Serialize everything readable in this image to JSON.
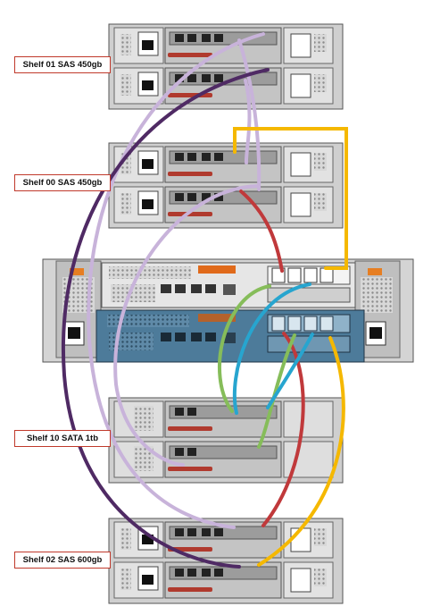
{
  "labels": {
    "shelf01": "Shelf 01 SAS 450gb",
    "shelf00": "Shelf 00 SAS 450gb",
    "shelf10": "Shelf 10 SATA 1tb",
    "shelf02": "Shelf 02 SAS 600gb"
  },
  "colors": {
    "cable_lavender": "#c8b3da",
    "cable_purple": "#4f2a64",
    "cable_red": "#c0393b",
    "cable_yellow": "#f5b800",
    "cable_green": "#86bd5a",
    "cable_blue": "#27a5cf",
    "label_border": "#c0392b",
    "controller_blue": "#4d7b9a"
  }
}
